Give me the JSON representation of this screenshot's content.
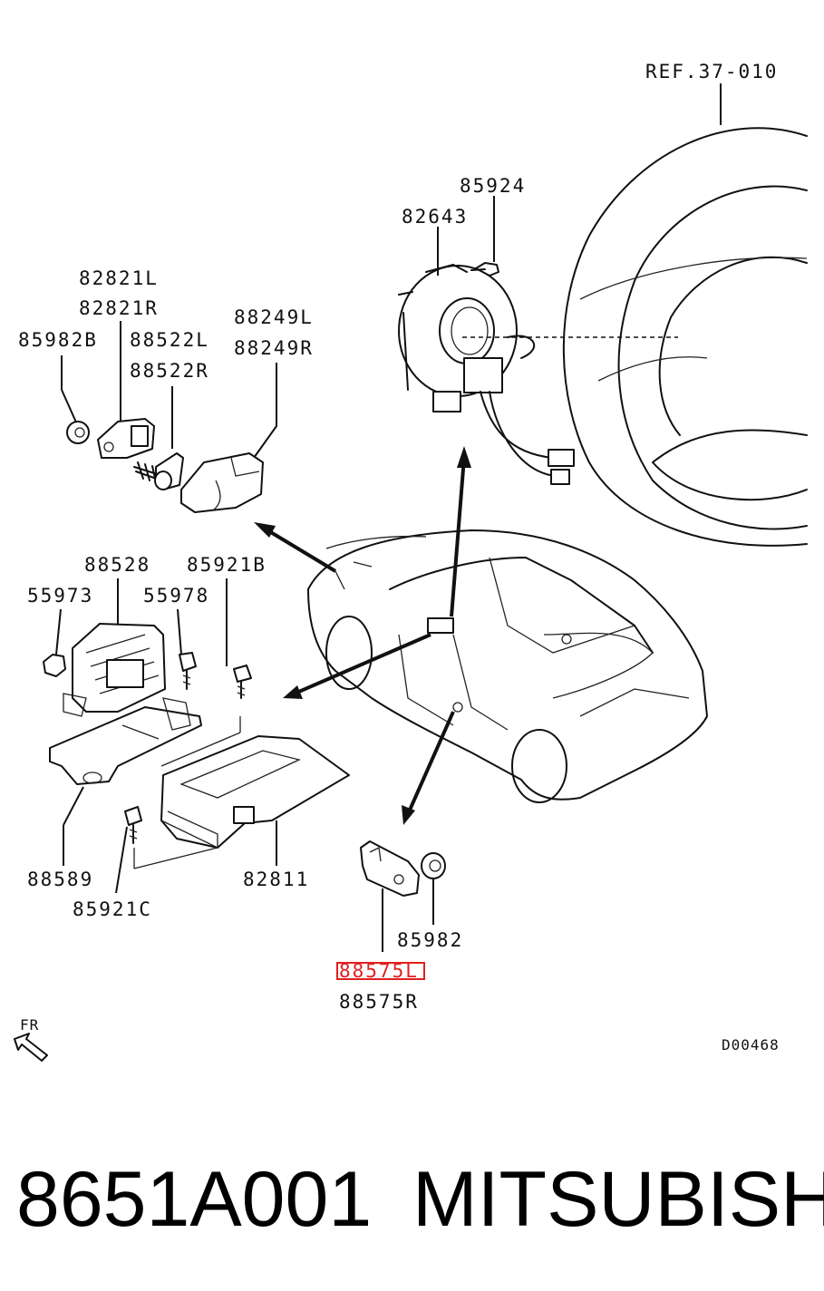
{
  "diagram": {
    "ref_label": "REF.37-010",
    "diagram_id": "D00468",
    "direction_label": "FR",
    "labels": {
      "l85924": "85924",
      "l82643": "82643",
      "l82821L": "82821L",
      "l82821R": "82821R",
      "l85982B": "85982B",
      "l88522L": "88522L",
      "l88522R": "88522R",
      "l88249L": "88249L",
      "l88249R": "88249R",
      "l88528": "88528",
      "l85921B": "85921B",
      "l55973": "55973",
      "l55978": "55978",
      "l88589": "88589",
      "l82811": "82811",
      "l85921C": "85921C",
      "l85982": "85982",
      "l88575L": "88575L",
      "l88575R": "88575R"
    },
    "highlight_color": "#e02020"
  },
  "caption": {
    "part_number": "8651A001",
    "brand": "MITSUBISHI"
  }
}
